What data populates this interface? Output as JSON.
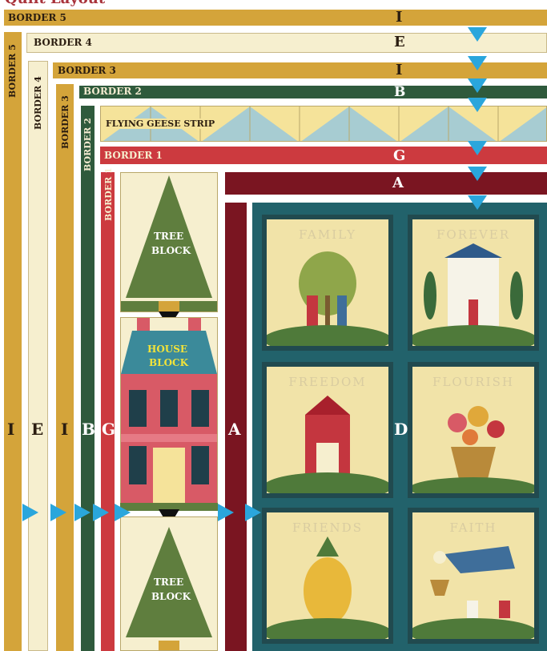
{
  "title": "Quilt Layout",
  "colors": {
    "gold": "#d4a43a",
    "cream": "#f6efcf",
    "green": "#2f5a3c",
    "red": "#cc3a3f",
    "maroon": "#7a1521",
    "teal": "#22626b",
    "arrow": "#2aa6dc"
  },
  "borders": {
    "border5": {
      "label": "BORDER 5",
      "fabric": "I"
    },
    "border4": {
      "label": "BORDER 4",
      "fabric": "E"
    },
    "border3": {
      "label": "BORDER 3",
      "fabric": "I"
    },
    "border2": {
      "label": "BORDER 2",
      "fabric": "B"
    },
    "border1": {
      "label": "BORDER 1",
      "fabric": "G"
    },
    "sashing": {
      "fabric": "A"
    },
    "center": {
      "fabric": "D"
    }
  },
  "side_letters": [
    "I",
    "E",
    "I",
    "B",
    "G"
  ],
  "geese_strip": {
    "label": "FLYING GEESE STRIP"
  },
  "blocks": {
    "tree_top": {
      "label_line1": "TREE",
      "label_line2": "BLOCK"
    },
    "house": {
      "label_line1": "HOUSE",
      "label_line2": "BLOCK"
    },
    "tree_bottom": {
      "label_line1": "TREE",
      "label_line2": "BLOCK"
    }
  },
  "panels": [
    {
      "name": "FAMILY"
    },
    {
      "name": "FOREVER"
    },
    {
      "name": "FREEDOM"
    },
    {
      "name": "FLOURISH"
    },
    {
      "name": "FRIENDS"
    },
    {
      "name": "FAITH"
    }
  ]
}
